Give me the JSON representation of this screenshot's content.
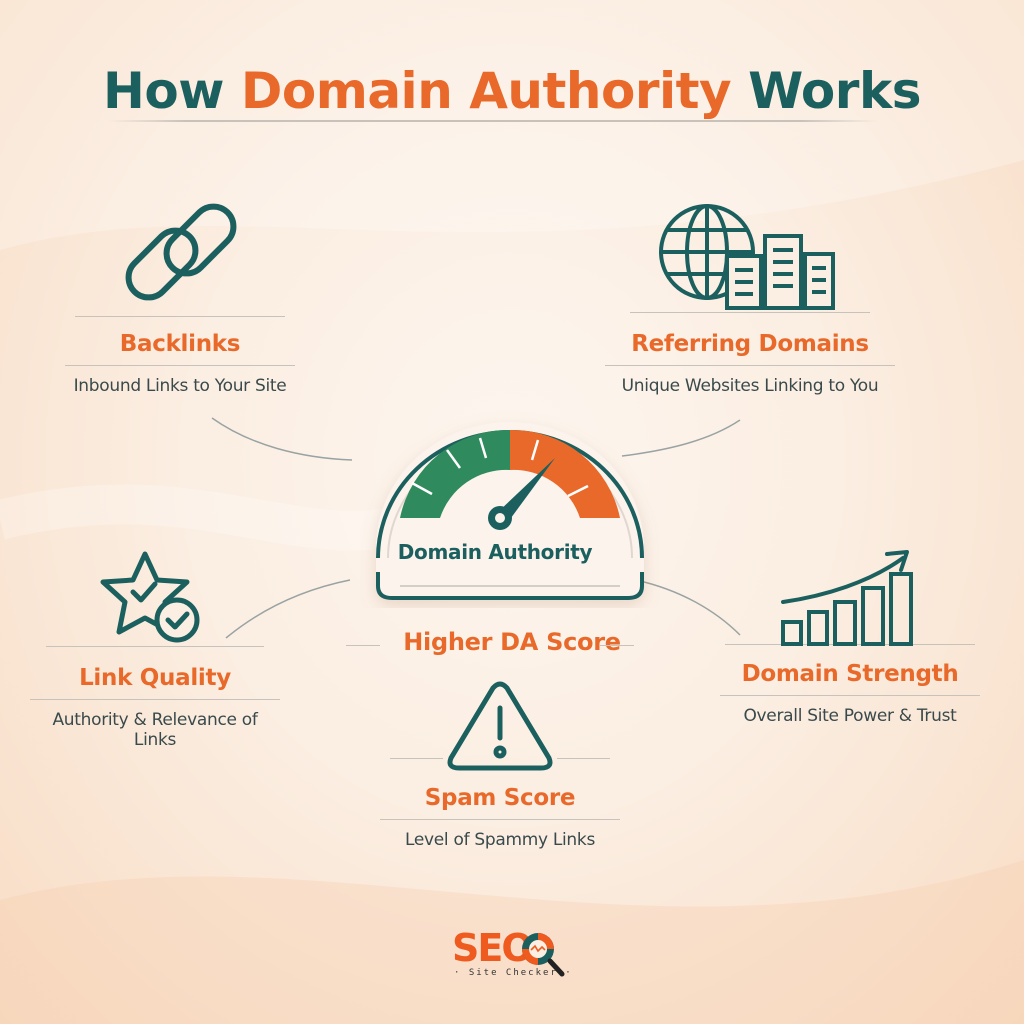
{
  "title": {
    "prefix": "How",
    "accent": "Domain Authority",
    "suffix": "Works"
  },
  "center": {
    "gauge_label": "Domain Authority",
    "result_label": "Higher DA Score",
    "gauge_colors": {
      "low": "#2f8a5e",
      "high": "#e8692a",
      "needle": "#1c5f5f"
    }
  },
  "factors": [
    {
      "id": "backlinks",
      "label": "Backlinks",
      "description": "Inbound Links to Your Site",
      "icon": "chain-link-icon"
    },
    {
      "id": "referring-domains",
      "label": "Referring Domains",
      "description": "Unique Websites Linking to You",
      "icon": "globe-buildings-icon"
    },
    {
      "id": "link-quality",
      "label": "Link Quality",
      "description": "Authority & Relevance of Links",
      "icon": "star-check-icon"
    },
    {
      "id": "domain-strength",
      "label": "Domain Strength",
      "description": "Overall Site Power & Trust",
      "icon": "growth-chart-icon"
    },
    {
      "id": "spam-score",
      "label": "Spam Score",
      "description": "Level of Spammy Links",
      "icon": "warning-triangle-icon"
    }
  ],
  "logo": {
    "brand": "SEO",
    "tagline": "· Site Checker ·"
  },
  "colors": {
    "primary": "#1c5f5f",
    "accent": "#e8692a",
    "text": "#3a4a4c",
    "background": "#fbeee2"
  }
}
